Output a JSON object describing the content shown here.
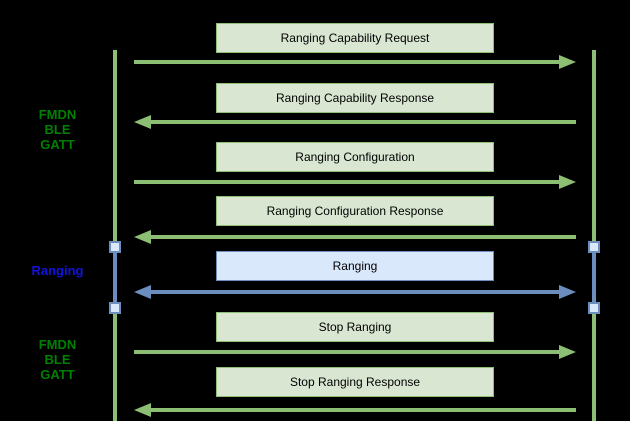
{
  "colors": {
    "green_fill": "#d9e7d2",
    "green_stroke": "#8cbe73",
    "blue_fill": "#dae8fc",
    "blue_stroke": "#6c8ebf",
    "green_text": "#008000",
    "blue_text": "#1212dd",
    "background": "#000000",
    "box_text": "#000000"
  },
  "phase_labels": [
    {
      "lines": [
        "FMDN",
        "BLE",
        "GATT"
      ],
      "color_role": "green"
    },
    {
      "lines": [
        "Ranging"
      ],
      "color_role": "blue"
    },
    {
      "lines": [
        "FMDN",
        "BLE",
        "GATT"
      ],
      "color_role": "green"
    }
  ],
  "messages": [
    {
      "label": "Ranging Capability Request",
      "direction": "right",
      "style": "green"
    },
    {
      "label": "Ranging Capability Response",
      "direction": "left",
      "style": "green"
    },
    {
      "label": "Ranging Configuration",
      "direction": "right",
      "style": "green"
    },
    {
      "label": "Ranging Configuration Response",
      "direction": "left",
      "style": "green"
    },
    {
      "label": "Ranging",
      "direction": "both",
      "style": "blue"
    },
    {
      "label": "Stop Ranging",
      "direction": "right",
      "style": "green"
    },
    {
      "label": "Stop Ranging Response",
      "direction": "left",
      "style": "green"
    }
  ]
}
